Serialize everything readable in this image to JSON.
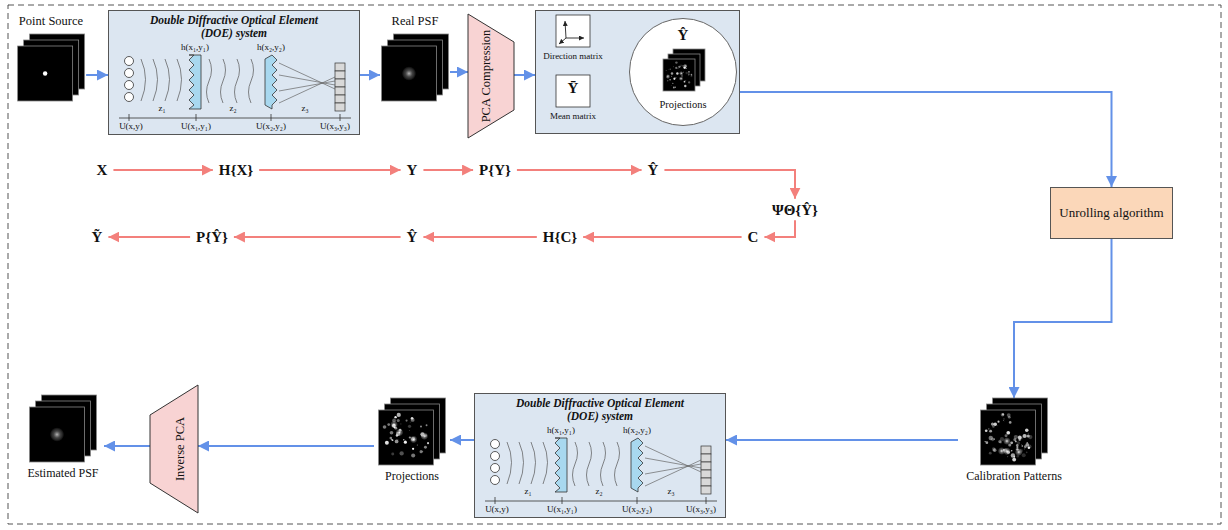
{
  "diagram": {
    "nodes": [
      {
        "text": [
          "Point Source"
        ]
      },
      {
        "text": [
          "Double Diffractive Optical Element (DOE) system"
        ]
      },
      {
        "text": [
          "Real PSF"
        ]
      },
      {
        "text": [
          "PCA Compression"
        ]
      },
      {
        "text": []
      },
      {
        "text": [
          "Direction matrix"
        ],
        "in": 4
      },
      {
        "text": [
          "Ȳ",
          "Mean matrix"
        ],
        "in": 4
      },
      {
        "text": [
          "Ŷ",
          "Projections"
        ],
        "in": 4
      },
      {
        "text": [
          "Unrolling algorithm"
        ]
      },
      {
        "text": [
          "Calibration Patterns"
        ]
      },
      {
        "text": [
          "Double Diffractive Optical Element (DOE) system"
        ]
      },
      {
        "text": [
          "Projections"
        ]
      },
      {
        "text": [
          "Inverse PCA"
        ]
      },
      {
        "text": [
          "Estimated PSF"
        ]
      }
    ],
    "edges": [
      {
        "from": 0,
        "to": 1,
        "arrow": "to"
      },
      {
        "from": 1,
        "to": 2,
        "arrow": "to"
      },
      {
        "from": 2,
        "to": 3,
        "arrow": "to"
      },
      {
        "from": 3,
        "to": 4,
        "arrow": "to"
      },
      {
        "from": 4,
        "to": 8,
        "arrow": "to"
      },
      {
        "from": 8,
        "to": 9,
        "arrow": "to"
      },
      {
        "from": 9,
        "to": 10,
        "arrow": "to"
      },
      {
        "from": 10,
        "to": 11,
        "arrow": "to"
      },
      {
        "from": 11,
        "to": 12,
        "arrow": "to"
      },
      {
        "from": 12,
        "to": 13,
        "arrow": "to"
      }
    ],
    "labels": [
      "X",
      "H{X}",
      "Y",
      "P{Y}",
      "Ŷ",
      "ΨΘ{Ŷ}",
      "Ỹ",
      "P{Ŷ}",
      "Ŷ",
      "H{C}",
      "C",
      "h(x₁,y₁)",
      "h(x₂,y₂)",
      "z₁",
      "z₂",
      "z₃",
      "U(x,y)",
      "U(x₁,y₁)",
      "U(x₂,y₂)",
      "U(x₃,y₃)",
      "h(x₁,y₁)",
      "h(x₂,y₂)",
      "z₁",
      "z₂",
      "z₃",
      "U(x,y)",
      "U(x₁,y₁)",
      "U(x₂,y₂)",
      "U(x₃,y₃)"
    ]
  }
}
